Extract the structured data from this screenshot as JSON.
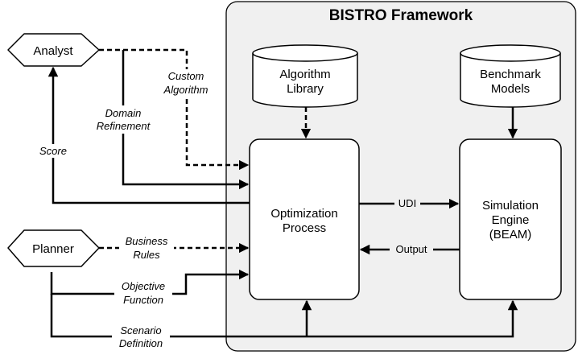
{
  "framework": {
    "title": "BISTRO Framework"
  },
  "actors": {
    "analyst": "Analyst",
    "planner": "Planner"
  },
  "databases": {
    "algorithm_library": [
      "Algorithm",
      "Library"
    ],
    "benchmark_models": [
      "Benchmark",
      "Models"
    ]
  },
  "processes": {
    "optimization": [
      "Optimization",
      "Process"
    ],
    "simulation": [
      "Simulation",
      "Engine",
      "(BEAM)"
    ]
  },
  "edge_labels": {
    "custom_algorithm": [
      "Custom",
      "Algorithm"
    ],
    "domain_refinement": [
      "Domain",
      "Refinement"
    ],
    "score": "Score",
    "business_rules": [
      "Business",
      "Rules"
    ],
    "objective_function": [
      "Objective",
      "Function"
    ],
    "scenario_definition": [
      "Scenario",
      "Definition"
    ],
    "udi": "UDI",
    "output": "Output"
  },
  "colors": {
    "framework_fill": "#f0f0f0",
    "stroke": "#000000",
    "node_fill": "#ffffff"
  }
}
